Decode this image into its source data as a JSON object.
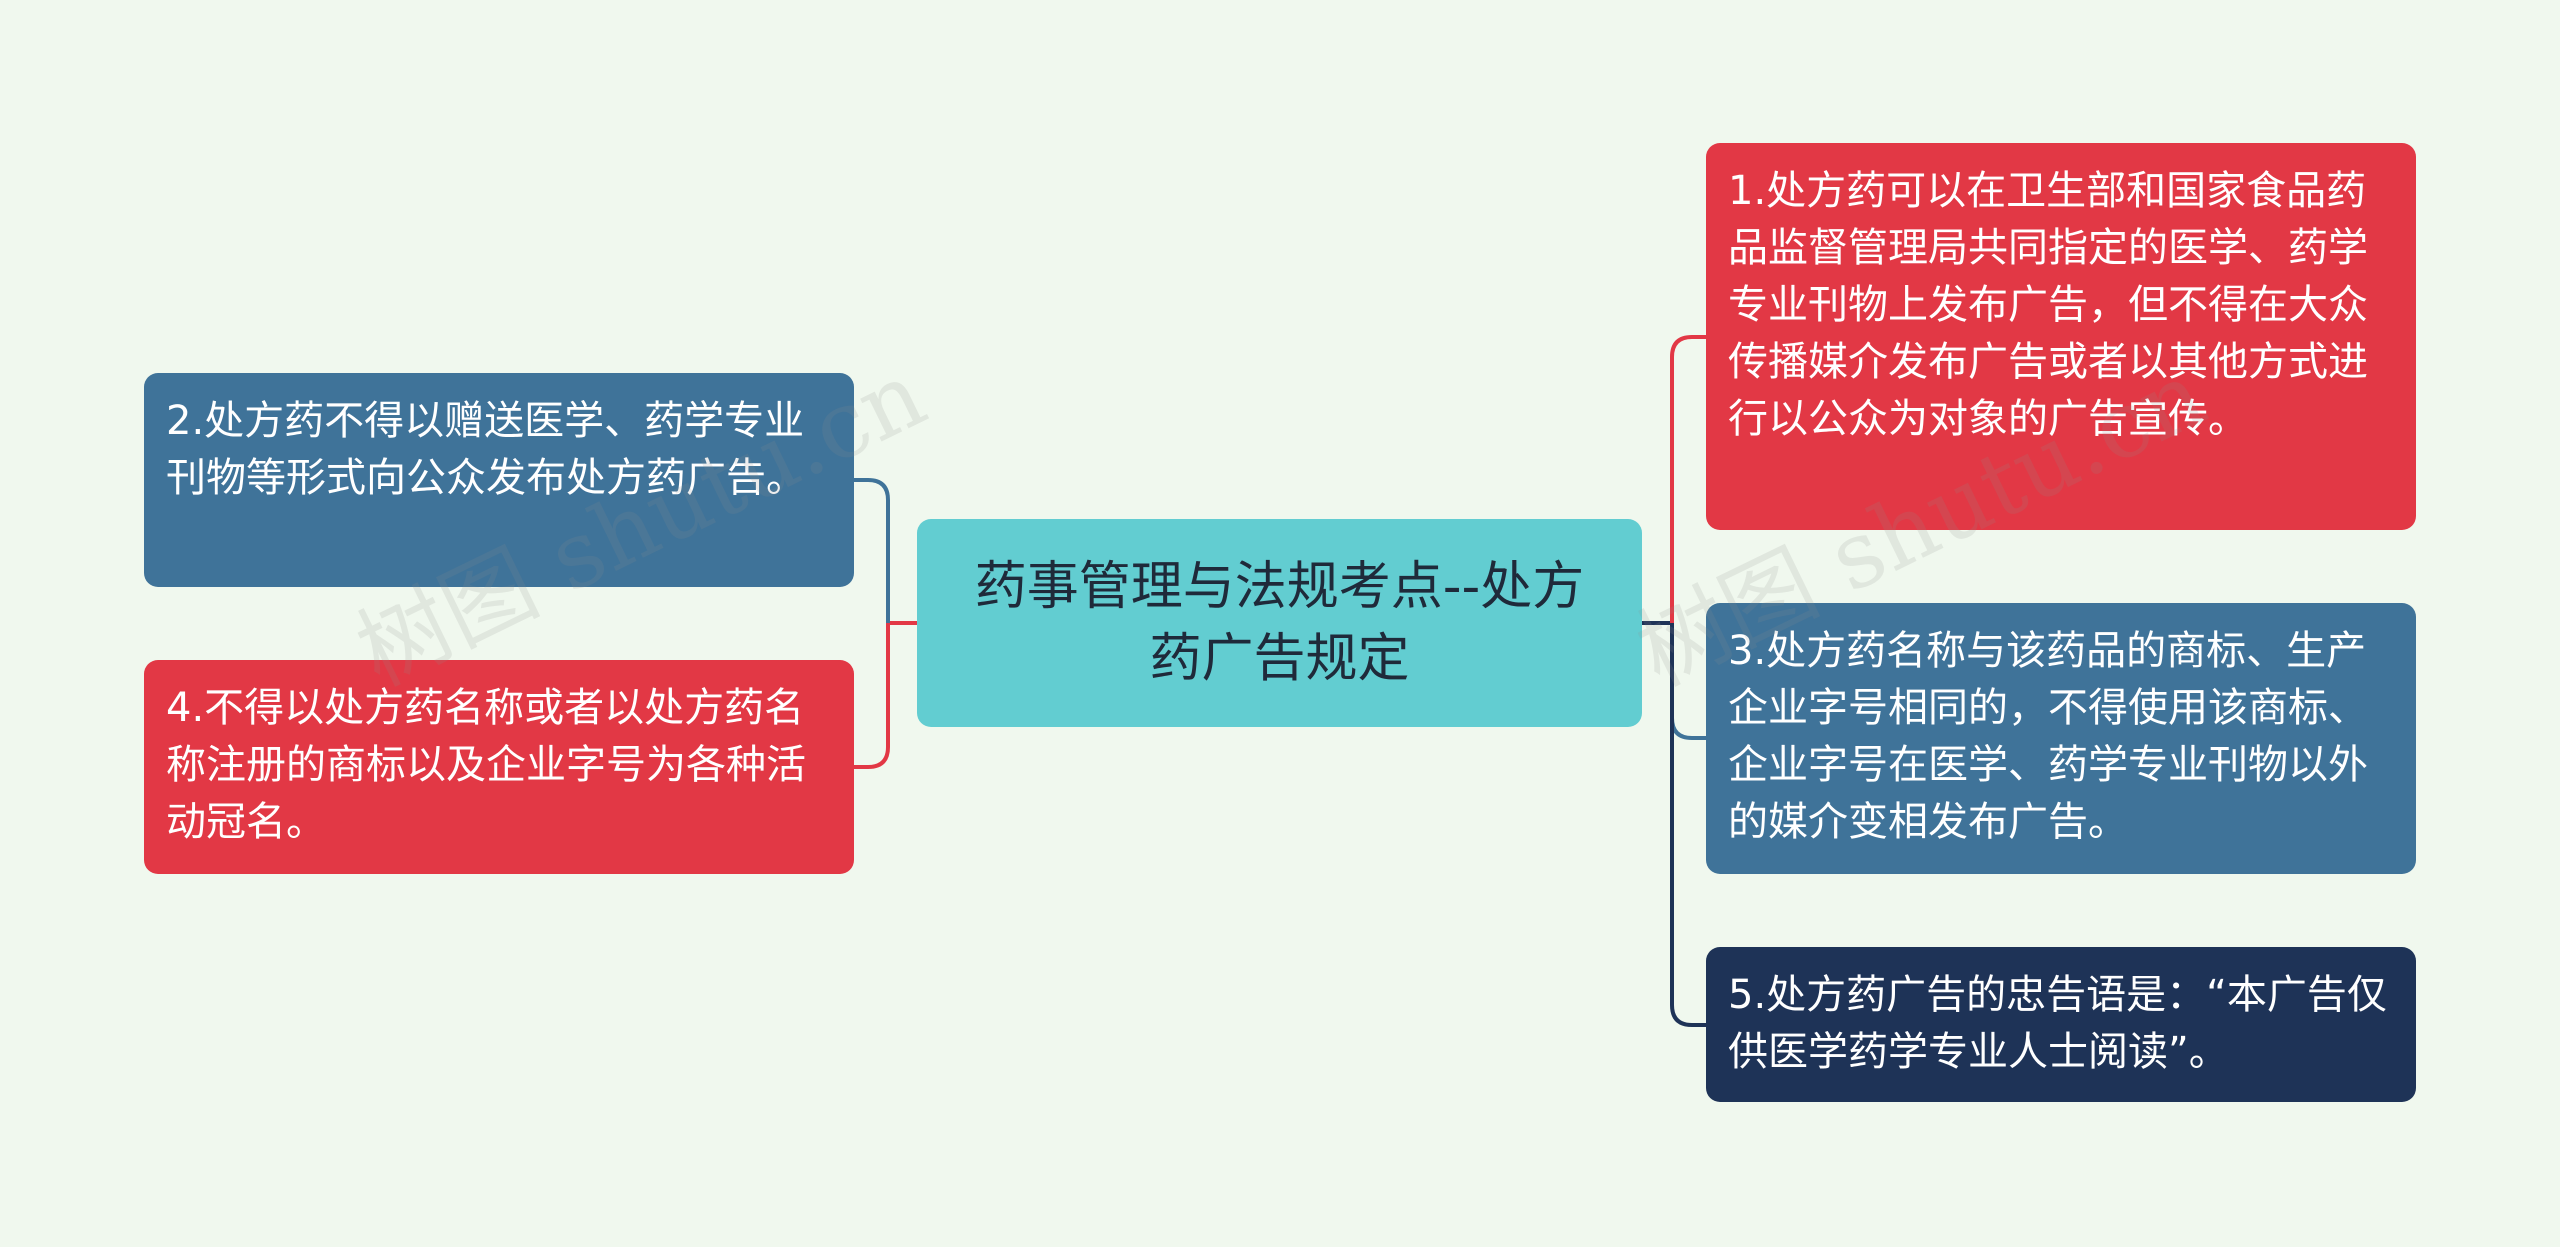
{
  "center": {
    "title": "药事管理与法规考点--处方药广告规定"
  },
  "left_nodes": [
    {
      "text": "2.处方药不得以赠送医学、药学专业刊物等形式向公众发布处方药广告。",
      "color": "#3f7399"
    },
    {
      "text": "4.不得以处方药名称或者以处方药名称注册的商标以及企业字号为各种活动冠名。",
      "color": "#e23845"
    }
  ],
  "right_nodes": [
    {
      "text": "1.处方药可以在卫生部和国家食品药品监督管理局共同指定的医学、药学专业刊物上发布广告，但不得在大众传播媒介发布广告或者以其他方式进行以公众为对象的广告宣传。",
      "color": "#e23845"
    },
    {
      "text": "3.处方药名称与该药品的商标、生产企业字号相同的，不得使用该商标、企业字号在医学、药学专业刊物以外的媒介变相发布广告。",
      "color": "#3f7399"
    },
    {
      "text": "5.处方药广告的忠告语是：“本广告仅供医学药学专业人士阅读”。",
      "color": "#1e3357"
    }
  ],
  "watermark": {
    "text": "树图 shutu.cn"
  },
  "colors": {
    "background": "#f0f8ee",
    "center": "#62cdd1",
    "red": "#e23845",
    "blue": "#3f7399",
    "navy": "#1e3357"
  }
}
